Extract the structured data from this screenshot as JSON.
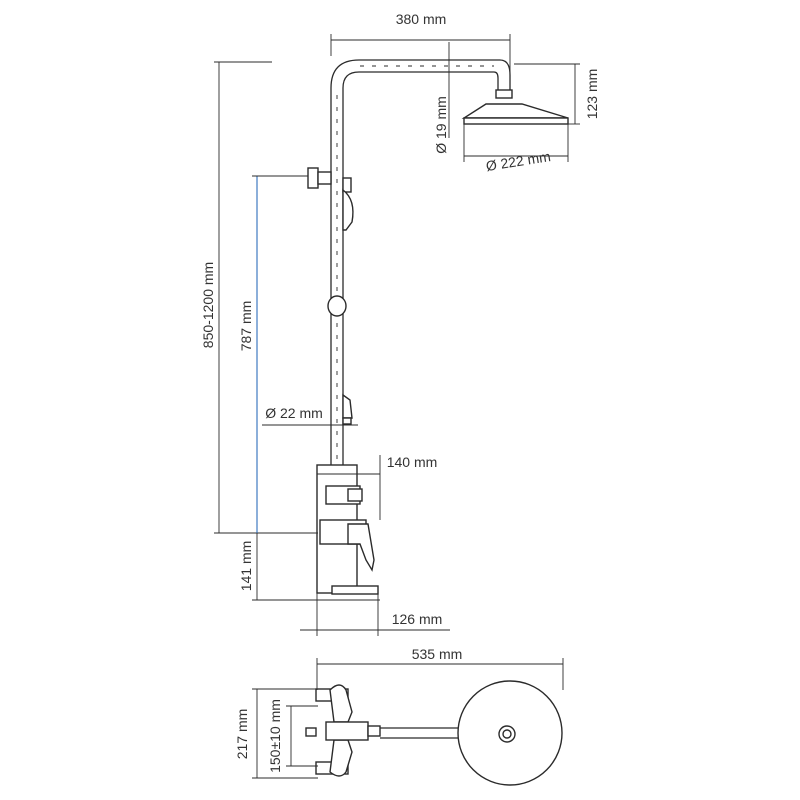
{
  "dimensions": {
    "arm_length": "380 mm",
    "head_connector": "Ø 19 mm",
    "head_height": "123 mm",
    "head_diameter": "Ø 222 mm",
    "adjustable_height": "850-1200 mm",
    "holder_height": "787 mm",
    "pipe_diameter": "Ø 22 mm",
    "mixer_width": "140 mm",
    "spout_height": "141 mm",
    "spout_depth": "126 mm",
    "total_depth": "535 mm",
    "total_width": "217 mm",
    "inlet_spacing": "150±10 mm"
  },
  "colors": {
    "line": "#2b2b2b",
    "text": "#333333",
    "accent": "#1a5fb4"
  }
}
